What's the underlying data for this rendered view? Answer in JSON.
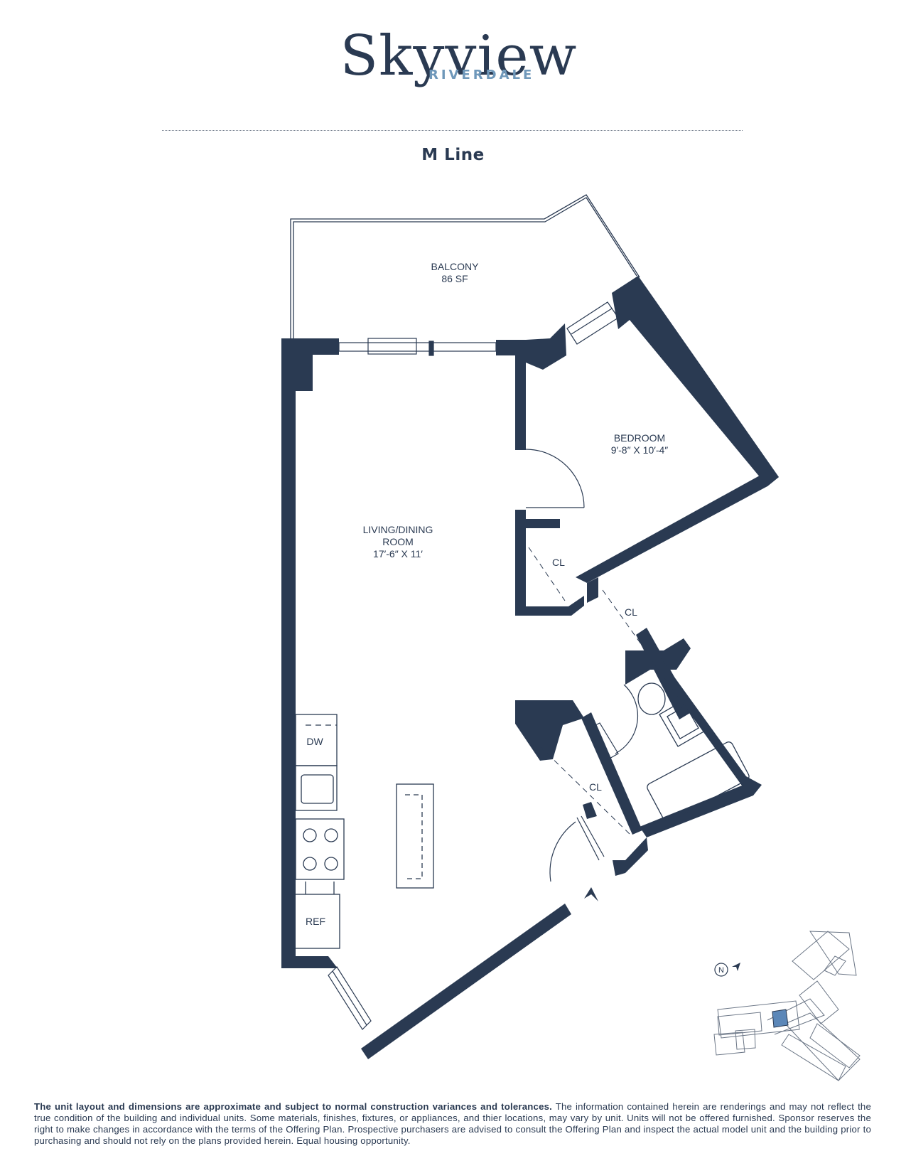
{
  "brand": {
    "name": "Skyview",
    "location": "RIVERDALE"
  },
  "unit_title": "M Line",
  "rooms": {
    "balcony": {
      "name": "BALCONY",
      "size": "86 SF"
    },
    "bedroom": {
      "name": "BEDROOM",
      "size": "9′-8″ X 10′-4″"
    },
    "living": {
      "name_line1": "LIVING/DINING",
      "name_line2": "ROOM",
      "size": "17′-6″ X 11′"
    },
    "closet_1": "CL",
    "closet_2": "CL",
    "closet_3": "CL",
    "dishwasher": "DW",
    "refrigerator": "REF"
  },
  "key_plan": {
    "north_label": "N",
    "highlight_color": "#5b87b8"
  },
  "colors": {
    "wall": "#2a3a52",
    "accent": "#6f98ba"
  },
  "disclaimer": {
    "bold": "The unit layout and dimensions are approximate and subject to normal construction variances and tolerances.",
    "text": " The information contained herein are renderings and may not reflect the true condition of the building and individual units. Some materials, finishes, fixtures, or appliances, and thier locations, may vary by unit. Units will not be offered furnished. Sponsor reserves the right to make changes in accordance with the terms of the Offering Plan. Prospective purchasers are advised to consult the Offering Plan and inspect the actual model unit and the building prior to purchasing and should not rely on the plans provided herein. Equal housing opportunity."
  }
}
